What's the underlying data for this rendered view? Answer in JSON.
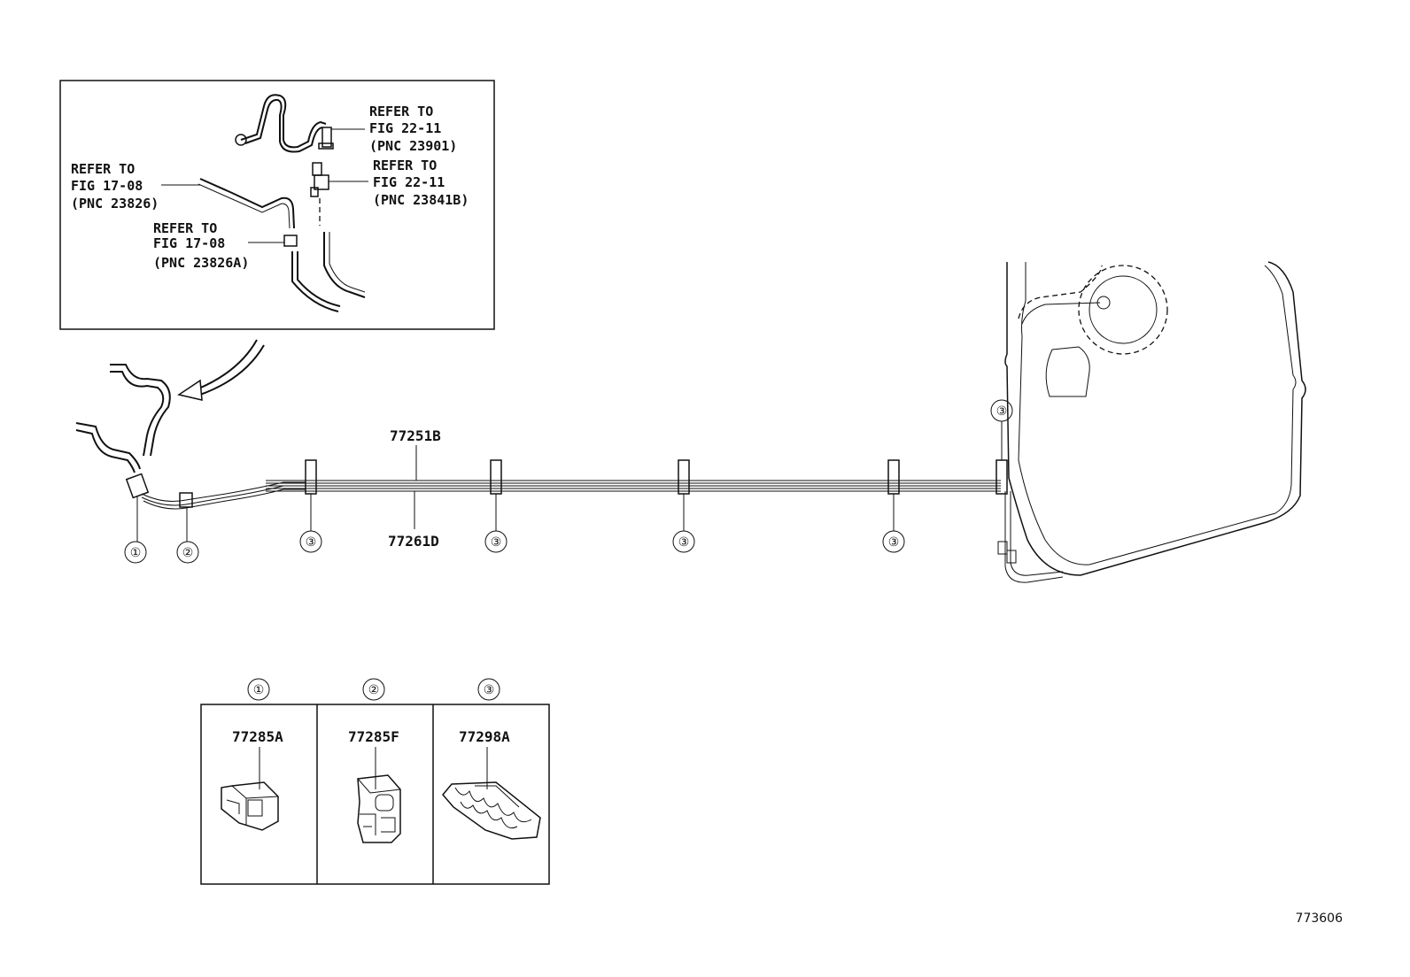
{
  "inset": {
    "callouts": [
      {
        "lines": [
          "REFER TO",
          "FIG 22-11",
          "(PNC 23901)"
        ]
      },
      {
        "lines": [
          "REFER TO",
          "FIG 22-11",
          "(PNC 23841B)"
        ]
      },
      {
        "lines": [
          "REFER TO",
          "FIG 17-08",
          "(PNC 23826)"
        ]
      },
      {
        "lines": [
          "REFER TO",
          "FIG 17-08",
          "(PNC 23826A)"
        ]
      }
    ]
  },
  "main": {
    "tube_upper_label": "77251B",
    "tube_lower_label": "77261D",
    "clamp_markers": [
      "①",
      "②",
      "③",
      "③",
      "③",
      "③",
      "③"
    ]
  },
  "legend": {
    "items": [
      {
        "marker": "①",
        "part": "77285A"
      },
      {
        "marker": "②",
        "part": "77285F"
      },
      {
        "marker": "③",
        "part": "77298A"
      }
    ]
  },
  "figure_id": "773606"
}
